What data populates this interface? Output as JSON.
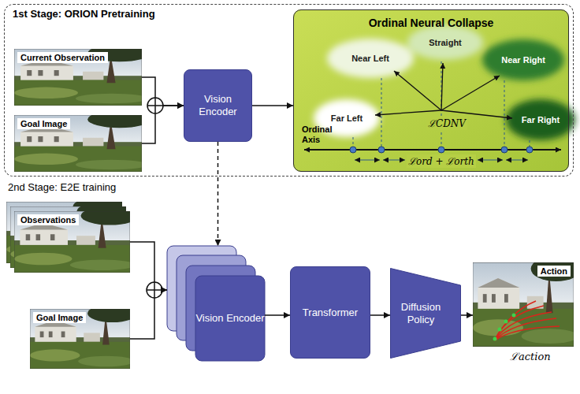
{
  "diagram": {
    "nodes": [
      {
        "text": [
          "1st Stage: ORION Pretraining"
        ]
      },
      {
        "text": [
          "Current Observation"
        ],
        "in": 0
      },
      {
        "text": [
          "Goal Image"
        ],
        "in": 0
      },
      {
        "text": [
          "Vision Encoder"
        ],
        "in": 0
      },
      {
        "text": [
          "Ordinal Neural Collapse"
        ],
        "in": 0
      },
      {
        "text": [
          "Near Left"
        ],
        "in": 4
      },
      {
        "text": [
          "Straight"
        ],
        "in": 4
      },
      {
        "text": [
          "Near Right"
        ],
        "in": 4
      },
      {
        "text": [
          "Far Left"
        ],
        "in": 4
      },
      {
        "text": [
          "Far Right"
        ],
        "in": 4
      },
      {
        "text": [
          "Observations"
        ]
      },
      {
        "text": [
          "Goal Image"
        ]
      },
      {
        "text": [
          "Vision Encoder"
        ]
      },
      {
        "text": [
          "Transformer"
        ]
      },
      {
        "text": [
          "Diffusion Policy"
        ]
      },
      {
        "text": [
          "Action"
        ]
      }
    ],
    "edges": [
      {
        "from": 1,
        "to": 3,
        "arrow": "to"
      },
      {
        "from": 2,
        "to": 3,
        "arrow": "to"
      },
      {
        "from": 3,
        "to": 4,
        "arrow": "to"
      },
      {
        "from": 3,
        "to": 12,
        "arrow": "to"
      },
      {
        "from": 10,
        "to": 12,
        "arrow": "to"
      },
      {
        "from": 11,
        "to": 12,
        "arrow": "to"
      },
      {
        "from": 12,
        "to": 13,
        "arrow": "to"
      },
      {
        "from": 13,
        "to": 14,
        "arrow": "to"
      },
      {
        "from": 14,
        "to": 15,
        "arrow": "to"
      }
    ],
    "labels": [
      "ℒCDNV",
      "Ordinal Axis",
      "ℒord + ℒorth",
      "2nd Stage: E2E training",
      "ℒaction"
    ]
  }
}
